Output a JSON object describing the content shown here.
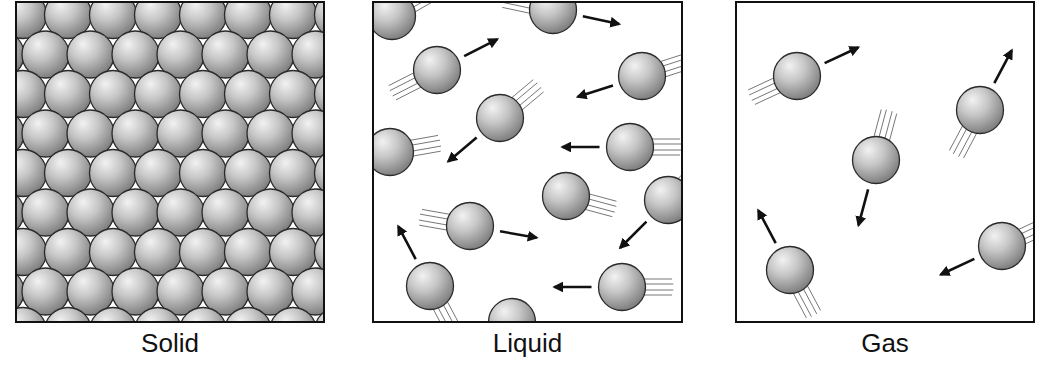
{
  "diagram": {
    "nodes": [
      {
        "text": [
          "Solid"
        ]
      },
      {
        "text": [
          "Liquid"
        ]
      },
      {
        "text": [
          "Gas"
        ]
      }
    ]
  }
}
